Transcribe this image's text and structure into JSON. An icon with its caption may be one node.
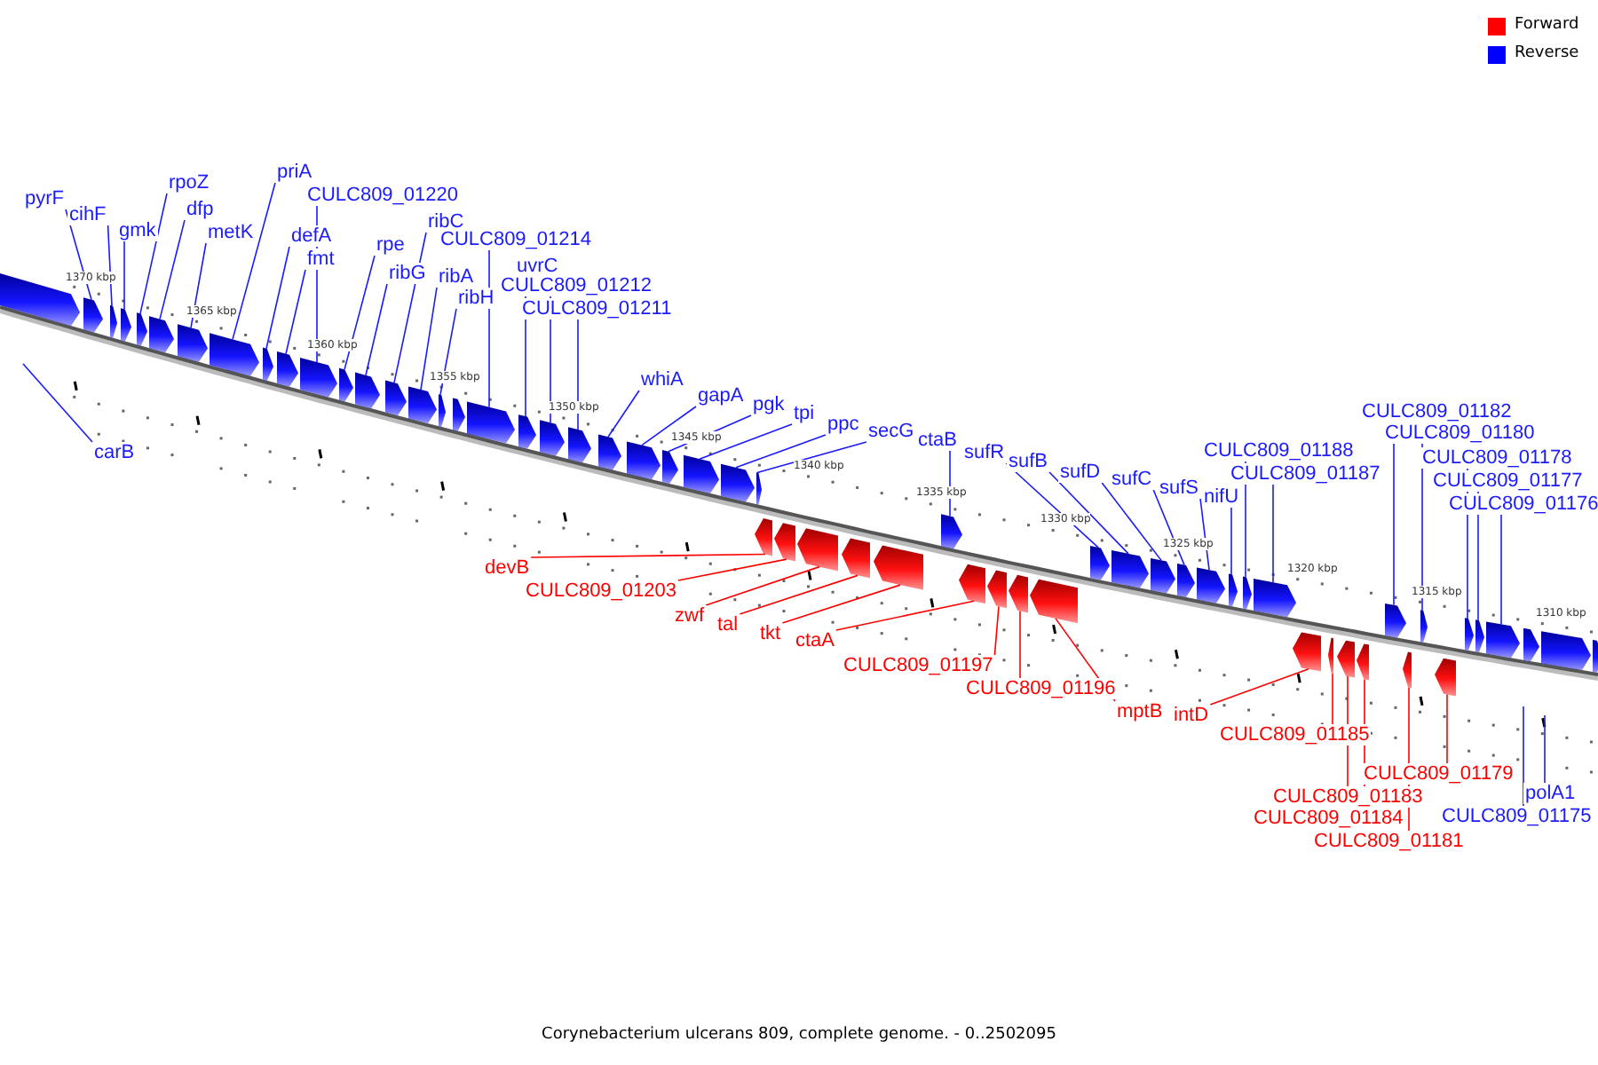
{
  "diagram": {
    "caption": "Corynebacterium ulcerans 809, complete genome. - 0..2502095",
    "nodes": [
      {
        "text": [
          "pyrF"
        ]
      },
      {
        "text": [
          "cihF"
        ]
      },
      {
        "text": [
          "gmk"
        ]
      },
      {
        "text": [
          "rpoZ"
        ]
      },
      {
        "text": [
          "dfp"
        ]
      },
      {
        "text": [
          "metK"
        ]
      },
      {
        "text": [
          "priA"
        ]
      },
      {
        "text": [
          "CULC809_01220"
        ]
      },
      {
        "text": [
          "defA"
        ]
      },
      {
        "text": [
          "fmt"
        ]
      },
      {
        "text": [
          "rpe"
        ]
      },
      {
        "text": [
          "ribG"
        ]
      },
      {
        "text": [
          "ribC"
        ]
      },
      {
        "text": [
          "CULC809_01214"
        ]
      },
      {
        "text": [
          "ribA"
        ]
      },
      {
        "text": [
          "ribH"
        ]
      },
      {
        "text": [
          "uvrC"
        ]
      },
      {
        "text": [
          "CULC809_01212"
        ]
      },
      {
        "text": [
          "CULC809_01211"
        ]
      },
      {
        "text": [
          "whiA"
        ]
      },
      {
        "text": [
          "gapA"
        ]
      },
      {
        "text": [
          "pgk"
        ]
      },
      {
        "text": [
          "tpi"
        ]
      },
      {
        "text": [
          "ppc"
        ]
      },
      {
        "text": [
          "secG"
        ]
      },
      {
        "text": [
          "ctaB"
        ]
      },
      {
        "text": [
          "sufR"
        ]
      },
      {
        "text": [
          "sufB"
        ]
      },
      {
        "text": [
          "sufD"
        ]
      },
      {
        "text": [
          "sufC"
        ]
      },
      {
        "text": [
          "sufS"
        ]
      },
      {
        "text": [
          "nifU"
        ]
      },
      {
        "text": [
          "CULC809_01188"
        ]
      },
      {
        "text": [
          "CULC809_01187"
        ]
      },
      {
        "text": [
          "CULC809_01182"
        ]
      },
      {
        "text": [
          "CULC809_01180"
        ]
      },
      {
        "text": [
          "CULC809_01178"
        ]
      },
      {
        "text": [
          "CULC809_01177"
        ]
      },
      {
        "text": [
          "CULC809_01176"
        ]
      },
      {
        "text": [
          "carB"
        ]
      },
      {
        "text": [
          "devB"
        ]
      },
      {
        "text": [
          "CULC809_01203"
        ]
      },
      {
        "text": [
          "zwf"
        ]
      },
      {
        "text": [
          "tal"
        ]
      },
      {
        "text": [
          "tkt"
        ]
      },
      {
        "text": [
          "ctaA"
        ]
      },
      {
        "text": [
          "CULC809_01197"
        ]
      },
      {
        "text": [
          "CULC809_01196"
        ]
      },
      {
        "text": [
          "mptB"
        ]
      },
      {
        "text": [
          "intD"
        ]
      },
      {
        "text": [
          "CULC809_01185"
        ]
      },
      {
        "text": [
          "CULC809_01179"
        ]
      },
      {
        "text": [
          "CULC809_01183"
        ]
      },
      {
        "text": [
          "CULC809_01184"
        ]
      },
      {
        "text": [
          "CULC809_01181"
        ]
      },
      {
        "text": [
          "polA1"
        ]
      },
      {
        "text": [
          "CULC809_01175"
        ]
      },
      {
        "text": [],
        "shape": "arrow"
      },
      {
        "text": [],
        "shape": "arrow"
      },
      {
        "text": [],
        "shape": "arrow"
      },
      {
        "text": [],
        "shape": "arrow"
      },
      {
        "text": [],
        "shape": "arrow"
      },
      {
        "text": [],
        "shape": "arrow"
      },
      {
        "text": [],
        "shape": "arrow"
      },
      {
        "text": [],
        "shape": "arrow"
      },
      {
        "text": [],
        "shape": "arrow"
      },
      {
        "text": [],
        "shape": "arrow"
      },
      {
        "text": [],
        "shape": "arrow"
      },
      {
        "text": [],
        "shape": "arrow"
      },
      {
        "text": [],
        "shape": "arrow"
      },
      {
        "text": [],
        "shape": "arrow"
      },
      {
        "text": [],
        "shape": "arrow"
      },
      {
        "text": [],
        "shape": "arrow"
      },
      {
        "text": [],
        "shape": "arrow"
      },
      {
        "text": [],
        "shape": "arrow"
      },
      {
        "text": [],
        "shape": "arrow"
      },
      {
        "text": [],
        "shape": "arrow"
      },
      {
        "text": [],
        "shape": "arrow"
      },
      {
        "text": [],
        "shape": "arrow"
      },
      {
        "text": [],
        "shape": "arrow"
      },
      {
        "text": [],
        "shape": "arrow"
      },
      {
        "text": [],
        "shape": "arrow"
      },
      {
        "text": [],
        "shape": "arrow"
      },
      {
        "text": [],
        "shape": "arrow"
      },
      {
        "text": [],
        "shape": "arrow"
      },
      {
        "text": [],
        "shape": "arrow"
      },
      {
        "text": [],
        "shape": "arrow"
      },
      {
        "text": [],
        "shape": "arrow"
      },
      {
        "text": [],
        "shape": "arrow"
      },
      {
        "text": [],
        "shape": "arrow"
      },
      {
        "text": [],
        "shape": "arrow"
      },
      {
        "text": [],
        "shape": "arrow"
      },
      {
        "text": [],
        "shape": "arrow"
      },
      {
        "text": [],
        "shape": "arrow"
      },
      {
        "text": [],
        "shape": "arrow"
      },
      {
        "text": [],
        "shape": "arrow"
      },
      {
        "text": [],
        "shape": "arrow"
      },
      {
        "text": [],
        "shape": "arrow"
      },
      {
        "text": [],
        "shape": "arrow"
      },
      {
        "text": [],
        "shape": "arrow"
      },
      {
        "text": [],
        "shape": "arrow"
      },
      {
        "text": [],
        "shape": "arrow"
      },
      {
        "text": [],
        "shape": "arrow"
      },
      {
        "text": [],
        "shape": "arrow"
      },
      {
        "text": [],
        "shape": "arrow"
      },
      {
        "text": [],
        "shape": "arrow"
      },
      {
        "text": [],
        "shape": "arrow"
      },
      {
        "text": [],
        "shape": "arrow"
      },
      {
        "text": [],
        "shape": "arrow"
      },
      {
        "text": [],
        "shape": "arrow"
      },
      {
        "text": [],
        "shape": "arrow"
      },
      {
        "text": [],
        "shape": "arrow"
      },
      {
        "text": [],
        "shape": "arrow"
      },
      {
        "text": [],
        "shape": "arrow"
      },
      {
        "text": [],
        "shape": "arrow"
      },
      {
        "text": [],
        "shape": "arrow"
      }
    ],
    "edges": [
      {
        "from": 0,
        "to": 57,
        "arrow": "none"
      },
      {
        "from": 1,
        "to": 58,
        "arrow": "none"
      },
      {
        "from": 2,
        "to": 59,
        "arrow": "none"
      },
      {
        "from": 3,
        "to": 60,
        "arrow": "none"
      },
      {
        "from": 4,
        "to": 61,
        "arrow": "none"
      },
      {
        "from": 5,
        "to": 62,
        "arrow": "none"
      },
      {
        "from": 6,
        "to": 63,
        "arrow": "none"
      },
      {
        "from": 7,
        "to": 64,
        "arrow": "none"
      },
      {
        "from": 8,
        "to": 65,
        "arrow": "none"
      },
      {
        "from": 9,
        "to": 66,
        "arrow": "none"
      },
      {
        "from": 10,
        "to": 67,
        "arrow": "none"
      },
      {
        "from": 11,
        "to": 68,
        "arrow": "none"
      },
      {
        "from": 12,
        "to": 69,
        "arrow": "none"
      },
      {
        "from": 13,
        "to": 70,
        "arrow": "none"
      },
      {
        "from": 14,
        "to": 71,
        "arrow": "none"
      },
      {
        "from": 15,
        "to": 72,
        "arrow": "none"
      },
      {
        "from": 16,
        "to": 73,
        "arrow": "none"
      },
      {
        "from": 17,
        "to": 74,
        "arrow": "none"
      },
      {
        "from": 18,
        "to": 75,
        "arrow": "none"
      },
      {
        "from": 19,
        "to": 76,
        "arrow": "none"
      },
      {
        "from": 20,
        "to": 77,
        "arrow": "none"
      },
      {
        "from": 21,
        "to": 78,
        "arrow": "none"
      },
      {
        "from": 22,
        "to": 79,
        "arrow": "none"
      },
      {
        "from": 23,
        "to": 80,
        "arrow": "none"
      },
      {
        "from": 24,
        "to": 81,
        "arrow": "none"
      },
      {
        "from": 25,
        "to": 82,
        "arrow": "none"
      },
      {
        "from": 26,
        "to": 83,
        "arrow": "none"
      },
      {
        "from": 27,
        "to": 84,
        "arrow": "none"
      },
      {
        "from": 28,
        "to": 85,
        "arrow": "none"
      },
      {
        "from": 29,
        "to": 86,
        "arrow": "none"
      },
      {
        "from": 30,
        "to": 87,
        "arrow": "none"
      },
      {
        "from": 31,
        "to": 88,
        "arrow": "none"
      },
      {
        "from": 32,
        "to": 89,
        "arrow": "none"
      },
      {
        "from": 33,
        "to": 90,
        "arrow": "none"
      },
      {
        "from": 34,
        "to": 91,
        "arrow": "none"
      },
      {
        "from": 35,
        "to": 92,
        "arrow": "none"
      },
      {
        "from": 36,
        "to": 93,
        "arrow": "none"
      },
      {
        "from": 37,
        "to": 94,
        "arrow": "none"
      },
      {
        "from": 38,
        "to": 95,
        "arrow": "none"
      },
      {
        "from": 39,
        "to": null,
        "arrow": "none"
      },
      {
        "from": 40,
        "to": 96,
        "arrow": "none",
        "color": "#ff0000"
      },
      {
        "from": 41,
        "to": 97,
        "arrow": "none",
        "color": "#ff0000"
      },
      {
        "from": 42,
        "to": 98,
        "arrow": "none",
        "color": "#ff0000"
      },
      {
        "from": 43,
        "to": 99,
        "arrow": "none",
        "color": "#ff0000"
      },
      {
        "from": 44,
        "to": 100,
        "arrow": "none",
        "color": "#ff0000"
      },
      {
        "from": 45,
        "to": 101,
        "arrow": "none",
        "color": "#ff0000"
      },
      {
        "from": 46,
        "to": 102,
        "arrow": "none",
        "color": "#ff0000"
      },
      {
        "from": 47,
        "to": 103,
        "arrow": "none",
        "color": "#ff0000"
      },
      {
        "from": 48,
        "to": 104,
        "arrow": "none",
        "color": "#ff0000"
      },
      {
        "from": 49,
        "to": 105,
        "arrow": "none",
        "color": "#ff0000"
      },
      {
        "from": 50,
        "to": 106,
        "arrow": "none",
        "color": "#ff0000"
      },
      {
        "from": 51,
        "to": 107,
        "arrow": "none",
        "color": "#ff0000"
      },
      {
        "from": 52,
        "to": 108,
        "arrow": "none",
        "color": "#ff0000"
      },
      {
        "from": 53,
        "to": 109,
        "arrow": "none",
        "color": "#ff0000"
      },
      {
        "from": 54,
        "to": 110,
        "arrow": "none",
        "color": "#ff0000"
      },
      {
        "from": 55,
        "to": null,
        "arrow": "none"
      },
      {
        "from": 56,
        "to": null,
        "arrow": "none"
      }
    ],
    "labels": [
      "1370 kbp",
      "1365 kbp",
      "1360 kbp",
      "1355 kbp",
      "1350 kbp",
      "1345 kbp",
      "1340 kbp",
      "1335 kbp",
      "1330 kbp",
      "1325 kbp",
      "1320 kbp",
      "1315 kbp",
      "1310 kbp"
    ],
    "legend": [
      {
        "text": "Forward",
        "color": "#ff0000"
      },
      {
        "text": "Reverse",
        "color": "#0000ff"
      }
    ]
  }
}
